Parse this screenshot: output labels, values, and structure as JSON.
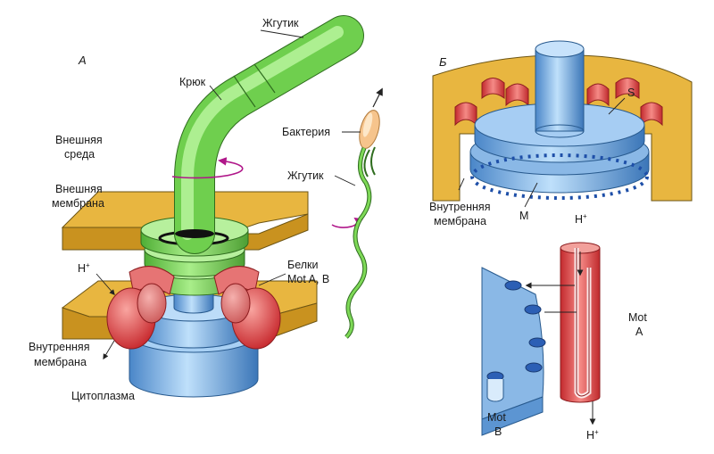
{
  "panel_a": {
    "panel_letter": "А",
    "labels": {
      "flagellum": "Жгутик",
      "hook": "Крюк",
      "outer_environment": [
        "Внешняя",
        "среда"
      ],
      "outer_membrane": [
        "Внешняя",
        "мембрана"
      ],
      "proton": "H+",
      "inner_membrane": [
        "Внутренняя",
        "мембрана"
      ],
      "cytoplasm": "Цитоплазма",
      "mot_proteins": [
        "Белки",
        "Mot A, B"
      ],
      "bacterium": "Бактерия",
      "flagellum_2": "Жгутик"
    }
  },
  "panel_b": {
    "panel_letter": "Б",
    "labels": {
      "s_ring": "S",
      "m_ring": "M",
      "inner_membrane": [
        "Внутренняя",
        "мембрана"
      ],
      "proton_top": "H+",
      "mot_a": [
        "Mot",
        "A"
      ],
      "mot_b": [
        "Mot",
        "B"
      ],
      "proton_bottom": "H+"
    }
  },
  "colors": {
    "flagellum_green": "#7ed957",
    "membrane_yellow": "#e8b640",
    "rotor_blue": "#8ab8e6",
    "motor_red": "#e0474a",
    "rotation_magenta": "#b0178a"
  }
}
